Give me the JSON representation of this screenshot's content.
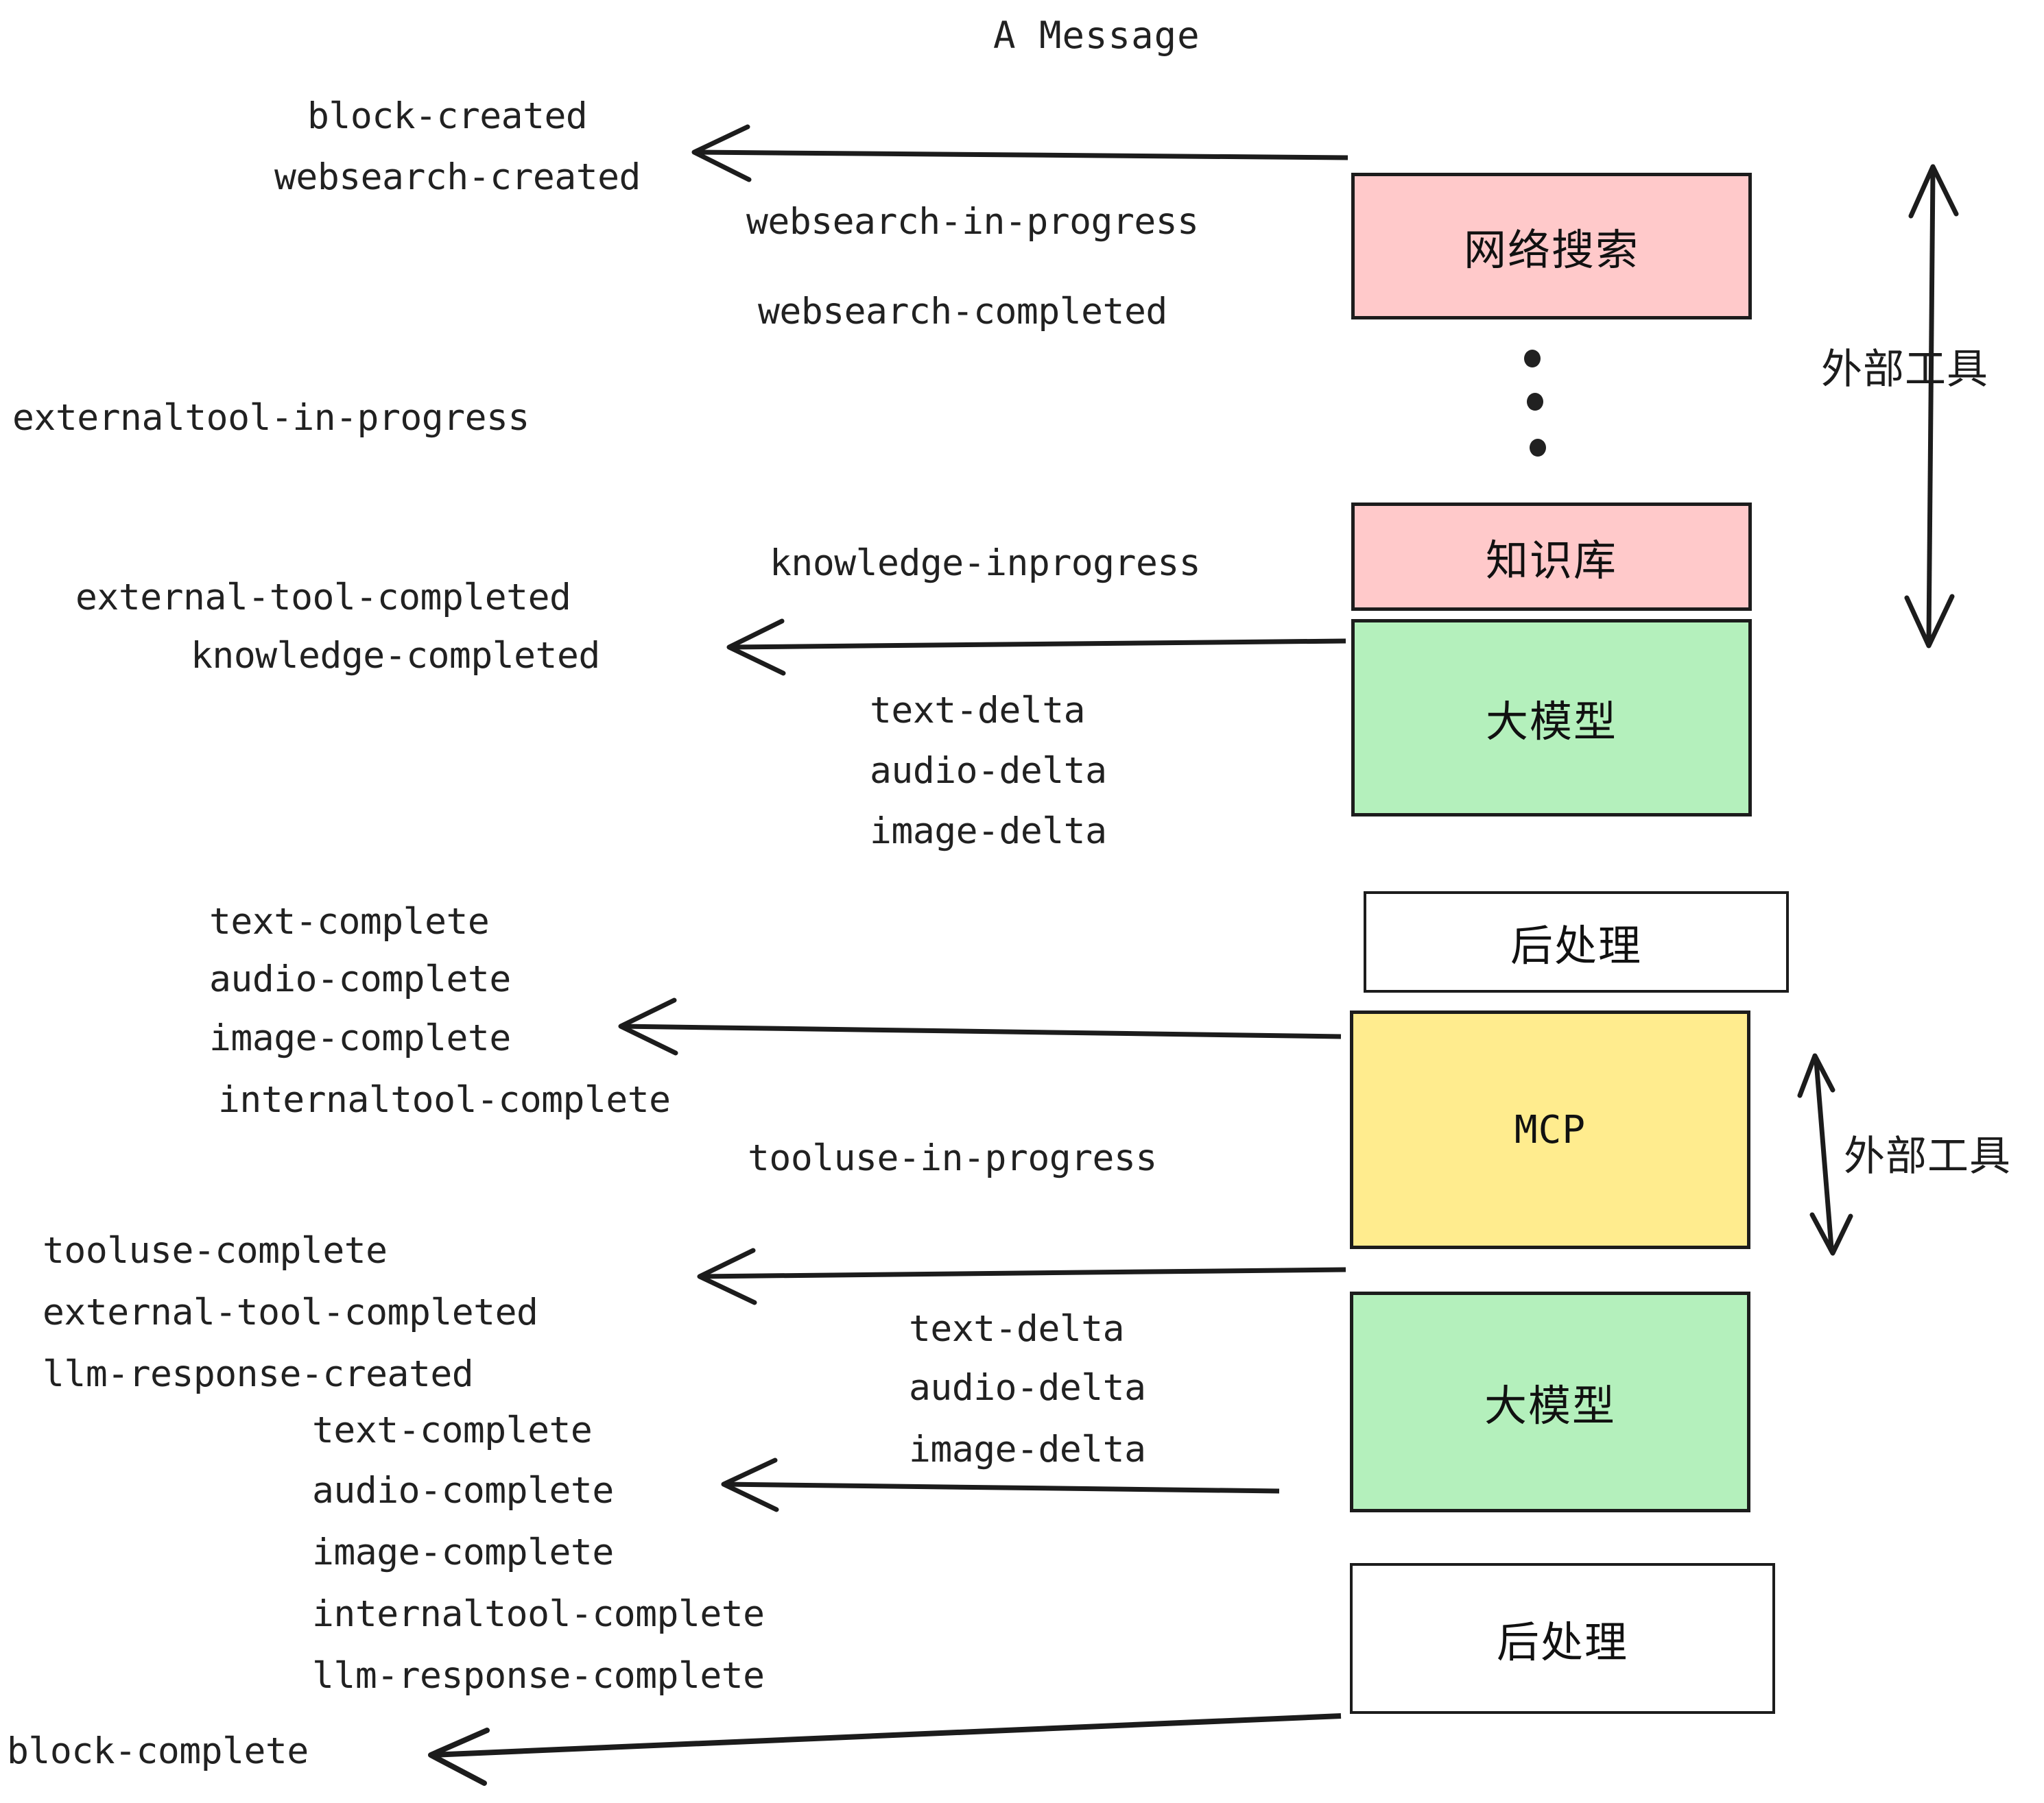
{
  "title": "A Message",
  "nodes": [
    {
      "id": "websearch",
      "label": "网络搜索",
      "color": "#FFC9CA"
    },
    {
      "id": "knowledge",
      "label": "知识库",
      "color": "#FFC9CA"
    },
    {
      "id": "llm1",
      "label": "大模型",
      "color": "#B4F0BC"
    },
    {
      "id": "post1",
      "label": "后处理",
      "color": "#FFFFFF"
    },
    {
      "id": "mcp",
      "label": "MCP",
      "color": "#FFEC8E"
    },
    {
      "id": "llm2",
      "label": "大模型",
      "color": "#B4F0BC"
    },
    {
      "id": "post2",
      "label": "后处理",
      "color": "#FFFFFF"
    }
  ],
  "side_labels": [
    {
      "id": "ext-tool-top",
      "text": "外部工具"
    },
    {
      "id": "ext-tool-mid",
      "text": "外部工具"
    }
  ],
  "events": [
    {
      "id": "block-created",
      "text": "block-created"
    },
    {
      "id": "websearch-created",
      "text": "websearch-created"
    },
    {
      "id": "websearch-in-progress",
      "text": "websearch-in-progress"
    },
    {
      "id": "websearch-completed",
      "text": "websearch-completed"
    },
    {
      "id": "externaltool-in-progress",
      "text": "externaltool-in-progress"
    },
    {
      "id": "knowledge-inprogress",
      "text": "knowledge-inprogress"
    },
    {
      "id": "external-tool-completed-1",
      "text": "external-tool-completed"
    },
    {
      "id": "knowledge-completed",
      "text": "knowledge-completed"
    },
    {
      "id": "text-delta-1",
      "text": "text-delta"
    },
    {
      "id": "audio-delta-1",
      "text": "audio-delta"
    },
    {
      "id": "image-delta-1",
      "text": "image-delta"
    },
    {
      "id": "text-complete-1",
      "text": "text-complete"
    },
    {
      "id": "audio-complete-1",
      "text": "audio-complete"
    },
    {
      "id": "image-complete-1",
      "text": "image-complete"
    },
    {
      "id": "internaltool-complete-1",
      "text": "internaltool-complete"
    },
    {
      "id": "tooluse-in-progress",
      "text": "tooluse-in-progress"
    },
    {
      "id": "tooluse-complete",
      "text": "tooluse-complete"
    },
    {
      "id": "external-tool-completed-2",
      "text": "external-tool-completed"
    },
    {
      "id": "llm-response-created",
      "text": "llm-response-created"
    },
    {
      "id": "text-delta-2",
      "text": "text-delta"
    },
    {
      "id": "audio-delta-2",
      "text": "audio-delta"
    },
    {
      "id": "image-delta-2",
      "text": "image-delta"
    },
    {
      "id": "text-complete-2",
      "text": "text-complete"
    },
    {
      "id": "audio-complete-2",
      "text": "audio-complete"
    },
    {
      "id": "image-complete-2",
      "text": "image-complete"
    },
    {
      "id": "internaltool-complete-2",
      "text": "internaltool-complete"
    },
    {
      "id": "llm-response-complete",
      "text": "llm-response-complete"
    },
    {
      "id": "block-complete",
      "text": "block-complete"
    }
  ],
  "colors": {
    "pink": "#FFC9CA",
    "green": "#B4F0BC",
    "yellow": "#FFEC8E",
    "white": "#FFFFFF",
    "stroke": "#1c1c1c",
    "text": "#212121",
    "background": "#FFFFFF"
  }
}
